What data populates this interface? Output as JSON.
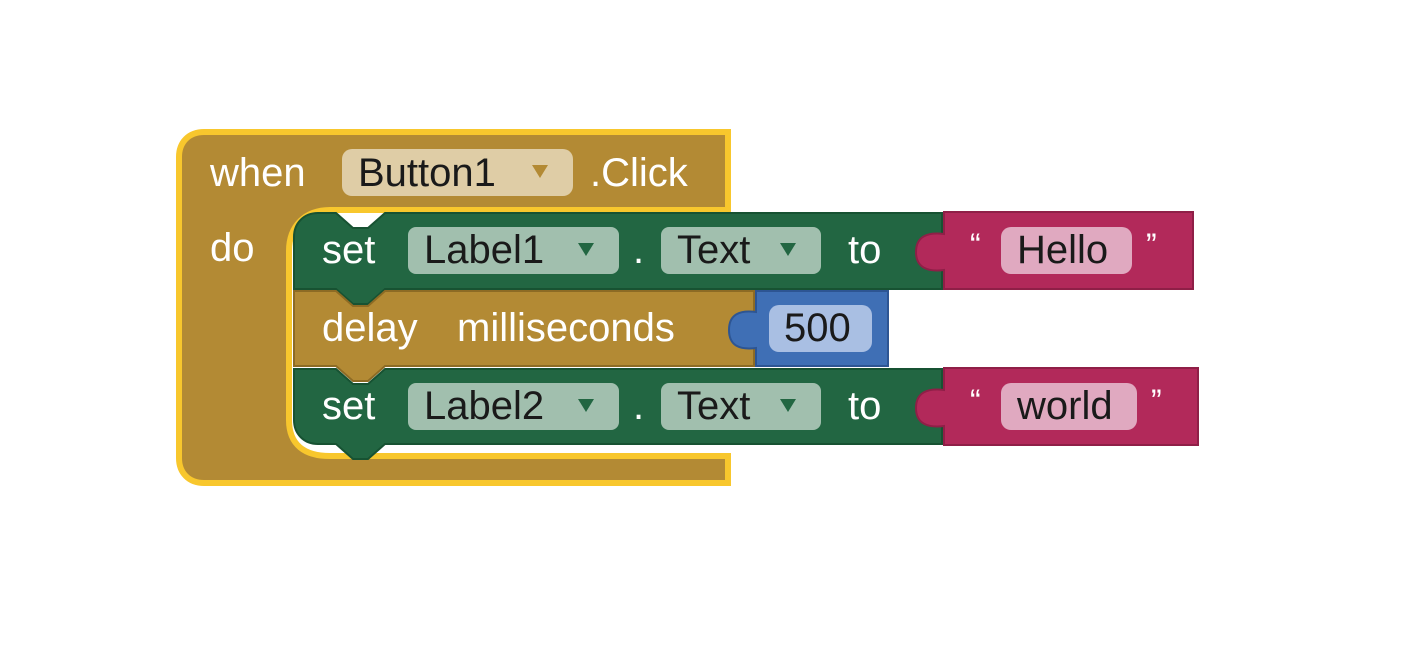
{
  "event_block": {
    "keyword_when": "when",
    "component": "Button1",
    "event": ".Click",
    "keyword_do": "do",
    "color": "#b38a34",
    "highlight": "#f8c72d"
  },
  "statements": [
    {
      "type": "setter",
      "keyword_set": "set",
      "component": "Label1",
      "dot": ".",
      "property": "Text",
      "keyword_to": "to",
      "color": "#226642",
      "value": {
        "open_quote": "“",
        "text": "Hello",
        "close_quote": "”",
        "color": "#b2295a"
      }
    },
    {
      "type": "delay",
      "keyword_delay": "delay",
      "param_label": "milliseconds",
      "color": "#b38a34",
      "value": {
        "number": "500",
        "color": "#3f6fb5"
      }
    },
    {
      "type": "setter",
      "keyword_set": "set",
      "component": "Label2",
      "dot": ".",
      "property": "Text",
      "keyword_to": "to",
      "color": "#226642",
      "value": {
        "open_quote": "“",
        "text": "world",
        "close_quote": "”",
        "color": "#b2295a"
      }
    }
  ],
  "icons": {
    "dropdown": "triangle-down-icon"
  }
}
